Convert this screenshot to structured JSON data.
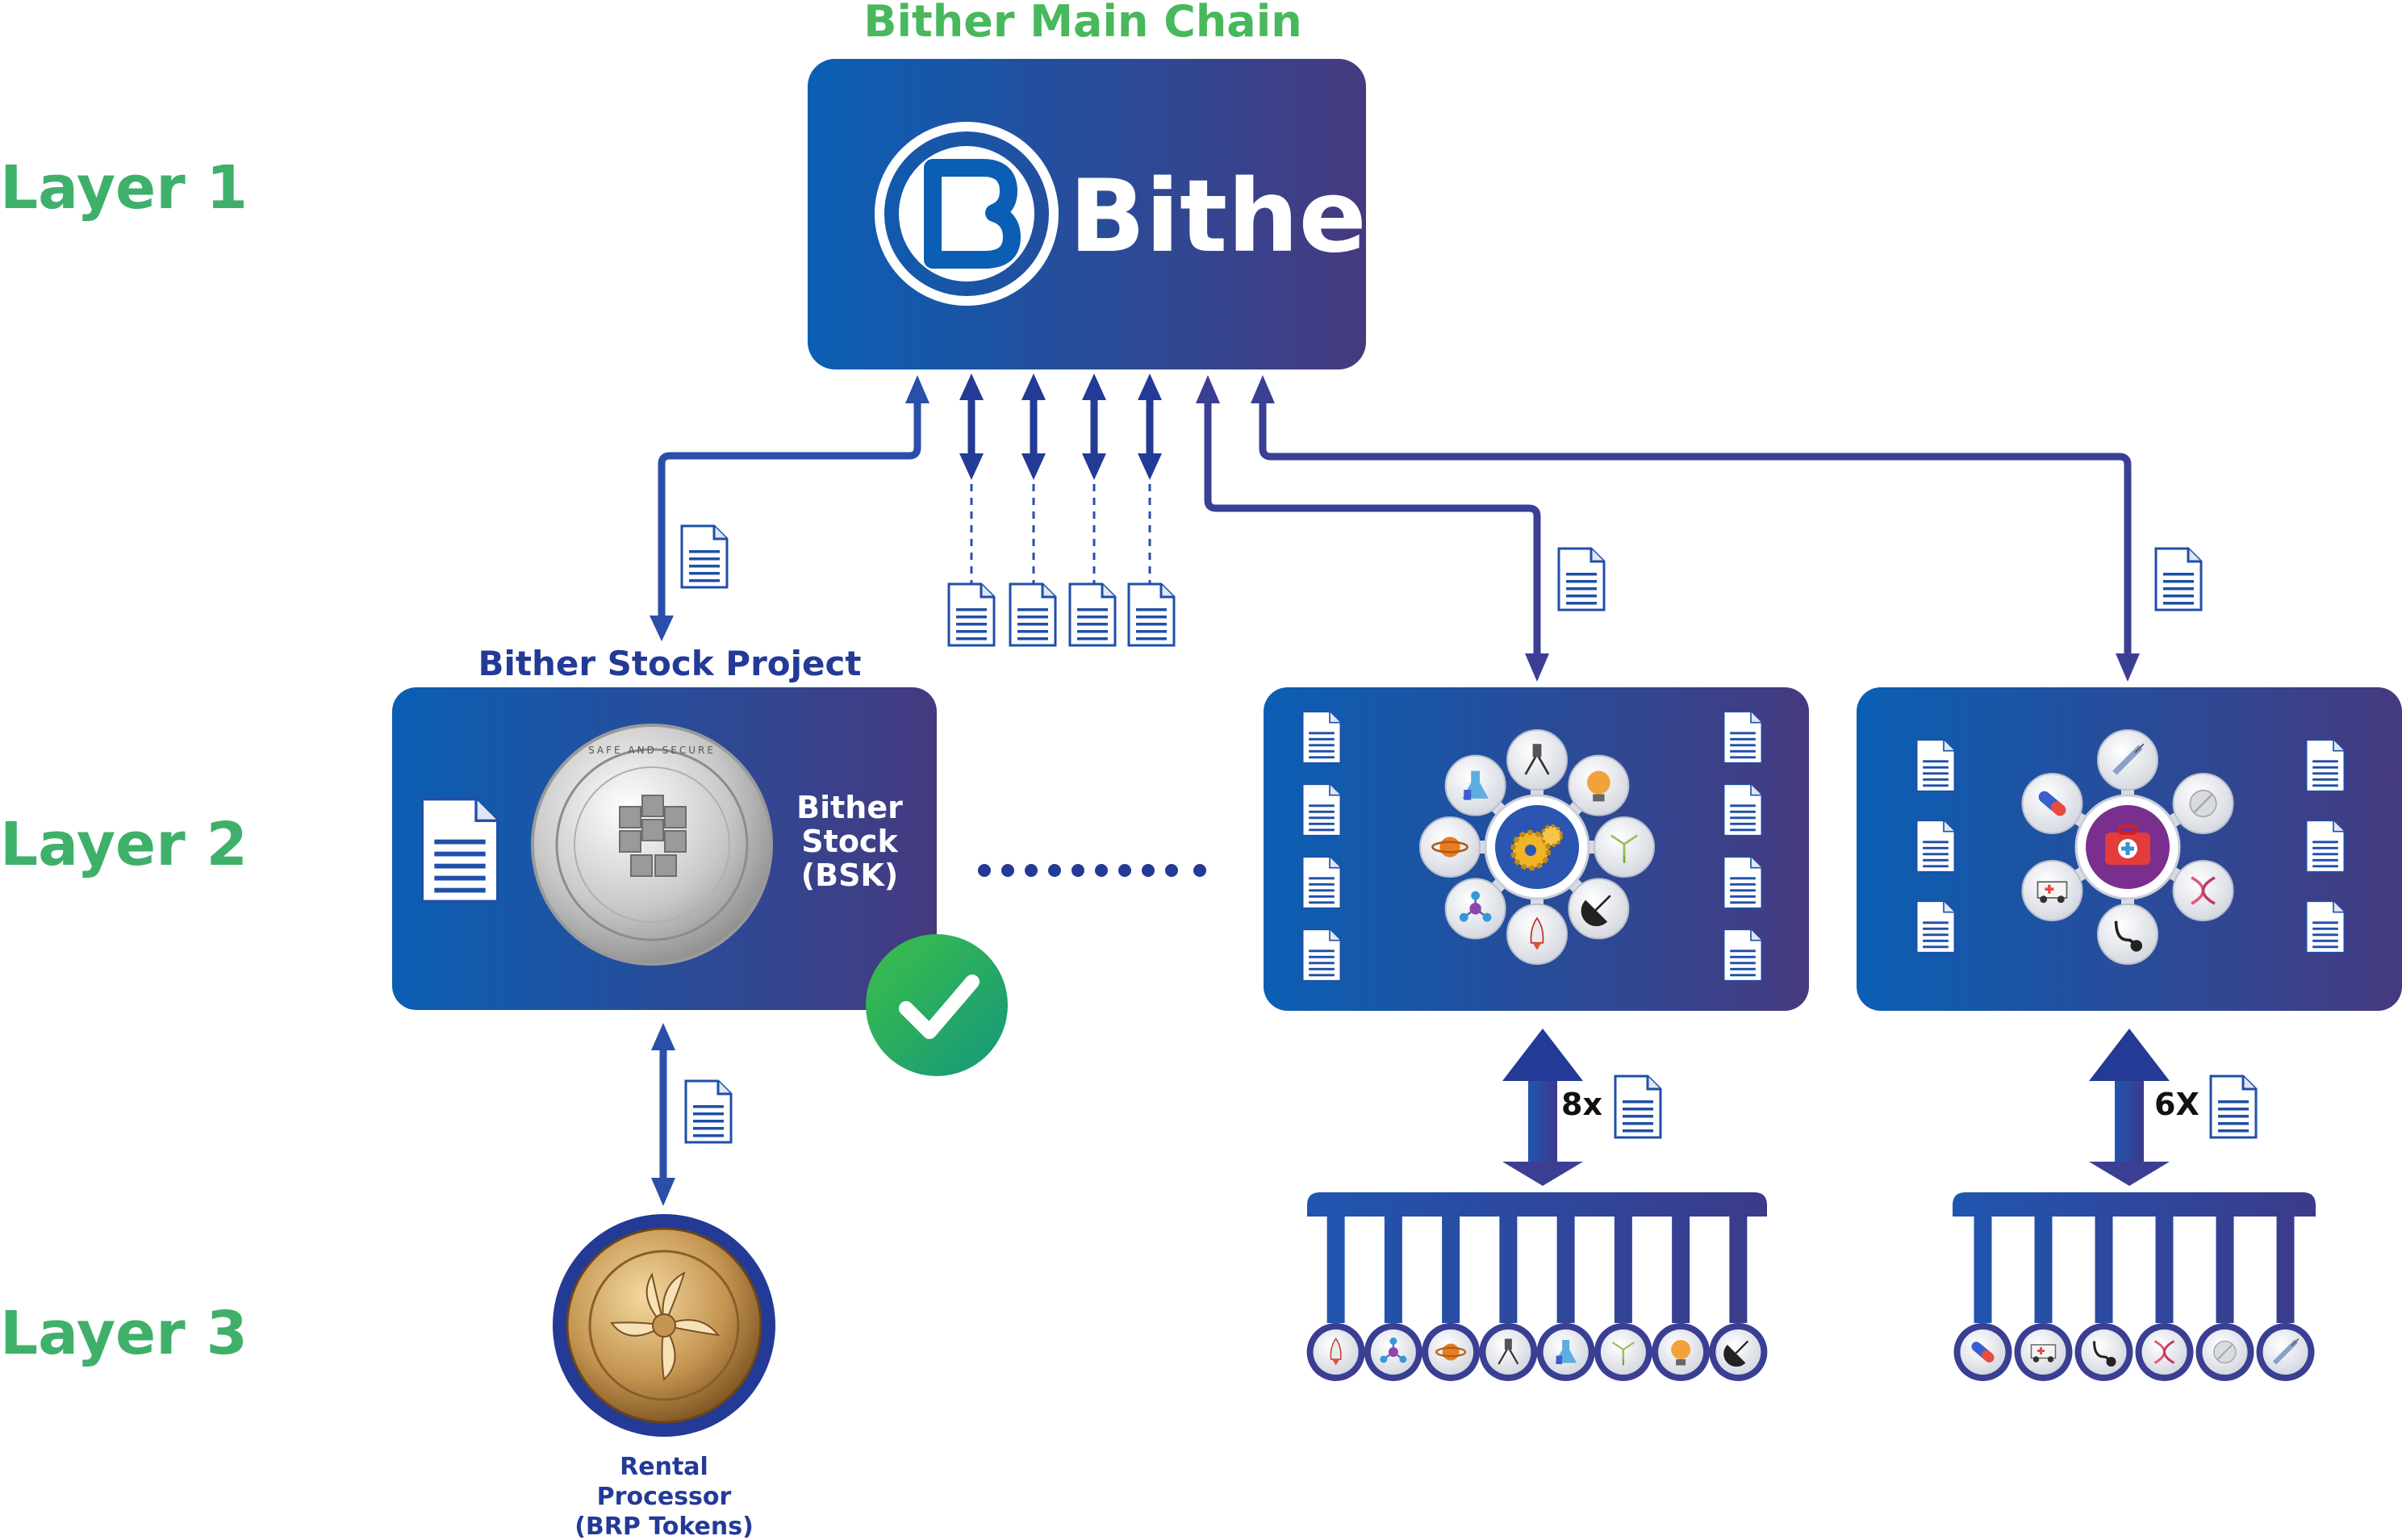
{
  "layers": {
    "layer1": "Layer 1",
    "layer2": "Layer 2",
    "layer3": "Layer 3"
  },
  "main_chain": {
    "title": "Bither Main Chain",
    "brand": "Bither"
  },
  "stock_project": {
    "title": "Bither Stock Project",
    "coin_label_line1": "Bither",
    "coin_label_line2": "Stock",
    "coin_label_line3": "(BSK)",
    "coin_inscription": "SAFE AND SECURE"
  },
  "rental": {
    "line1": "Rental",
    "line2": "Processor",
    "line3": "(BRP Tokens)"
  },
  "project2": {
    "multiplier": "8x"
  },
  "project3": {
    "multiplier": "6X"
  },
  "icons": {
    "project2_hub": [
      "telescope-icon",
      "lightbulb-icon",
      "wind-turbine-icon",
      "satellite-dish-icon",
      "rocket-icon",
      "molecule-icon",
      "planet-icon",
      "lab-flask-icon"
    ],
    "project2_row": [
      "rocket-icon",
      "molecule-icon",
      "planet-icon",
      "telescope-icon",
      "lab-flask-icon",
      "wind-turbine-icon",
      "lightbulb-icon",
      "satellite-dish-icon"
    ],
    "project3_hub": [
      "syringe-icon",
      "pill-bottle-icon",
      "dna-icon",
      "stethoscope-icon",
      "ambulance-icon",
      "capsule-icon"
    ],
    "project3_row": [
      "capsule-icon",
      "ambulance-icon",
      "stethoscope-icon",
      "dna-icon",
      "pill-bottle-icon",
      "syringe-icon"
    ]
  },
  "colors": {
    "box_left": "#0a5fb4",
    "box_right": "#453a80",
    "layer_green": "#3fb06a",
    "title_green": "#48b85c",
    "navy": "#233a96",
    "check_green": "#1fa05a"
  }
}
